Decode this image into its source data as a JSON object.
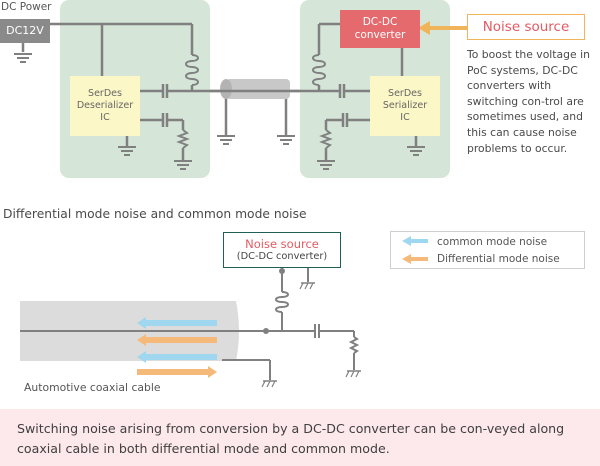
{
  "top_diagram": {
    "dc_power_label": "DC Power",
    "dc_source_label": "DC12V",
    "deserializer_ic": [
      "SerDes",
      "Deserializer",
      "IC"
    ],
    "serializer_ic": [
      "SerDes",
      "Serializer",
      "IC"
    ],
    "dcdc_converter": [
      "DC-DC",
      "converter"
    ],
    "noise_source_label": "Noise source",
    "noise_source_description": "To boost the voltage in PoC systems, DC-DC converters with switching con-trol are sometimes used, and this can cause noise problems to occur.",
    "colors": {
      "module_bg": "#d5e6d8",
      "ic_bg": "#fbf7c6",
      "dcdc_bg": "#e46a6e",
      "wire": "#808080",
      "noise_arrow": "#f0b45a",
      "noise_text": "#e25b63"
    }
  },
  "bottom_diagram": {
    "section_title": "Differential mode noise and common mode noise",
    "noise_source_label": "Noise source",
    "noise_source_sub": "(DC-DC converter)",
    "cable_label": "Automotive coaxial cable",
    "legend": [
      {
        "label": "common mode noise",
        "color": "#9fd6f0",
        "direction": "left"
      },
      {
        "label": "Differential mode noise",
        "color": "#f5b97a",
        "direction": "left"
      }
    ],
    "arrows": [
      {
        "type": "common",
        "direction": "left"
      },
      {
        "type": "differential",
        "direction": "left"
      },
      {
        "type": "common",
        "direction": "left"
      },
      {
        "type": "differential",
        "direction": "right"
      }
    ]
  },
  "footer": {
    "text": "Switching noise arising from conversion by a DC-DC converter can be con-veyed along coaxial cable in both differential mode and common mode."
  }
}
